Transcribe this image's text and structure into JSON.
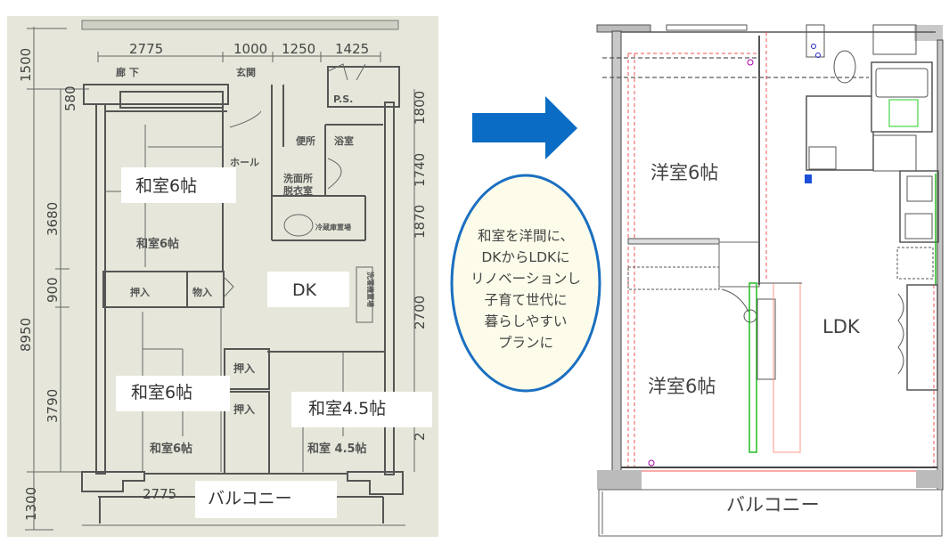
{
  "before_plan": {
    "top_dimensions": [
      "2775",
      "1000",
      "1250",
      "1425"
    ],
    "bottom_dimension": "2775",
    "left_dimensions": [
      "1500",
      "580",
      "3680",
      "900",
      "8950",
      "3790",
      "1300"
    ],
    "right_dimensions": [
      "1800",
      "1740",
      "1870",
      "2700",
      "2"
    ],
    "original_labels": {
      "corridor": "廊 下",
      "entrance": "玄関",
      "ps": "P.S.",
      "toilet": "便所",
      "bath": "浴室",
      "hall": "ホール",
      "washroom_1": "洗面所",
      "washroom_2": "脱衣室",
      "fridge": "冷蔵庫置場",
      "washer": "洗濯機置場",
      "room_a": "和室6帖",
      "closet_a": "押入",
      "storage": "物入",
      "closet_b": "押入",
      "closet_c": "押入",
      "room_b": "和室6帖",
      "room_c": "和室 4.5帖"
    },
    "overlay_labels": {
      "room_a": "和室6帖",
      "dk": "DK",
      "room_b": "和室6帖",
      "room_c": "和室4.5帖",
      "balcony": "バルコニー"
    }
  },
  "arrow": {
    "icon": "right-arrow-icon",
    "color": "#0a6cc4"
  },
  "callout": {
    "lines": [
      "和室を洋間に、",
      "DKからLDKに",
      "リノベーションし",
      "子育て世代に",
      "暮らしやすい",
      "プランに"
    ],
    "fill": "#fdfcea",
    "border": "#1a6fc0"
  },
  "after_plan": {
    "labels": {
      "room_a": "洋室6帖",
      "room_b": "洋室6帖",
      "ldk": "LDK",
      "balcony": "バルコニー"
    }
  }
}
